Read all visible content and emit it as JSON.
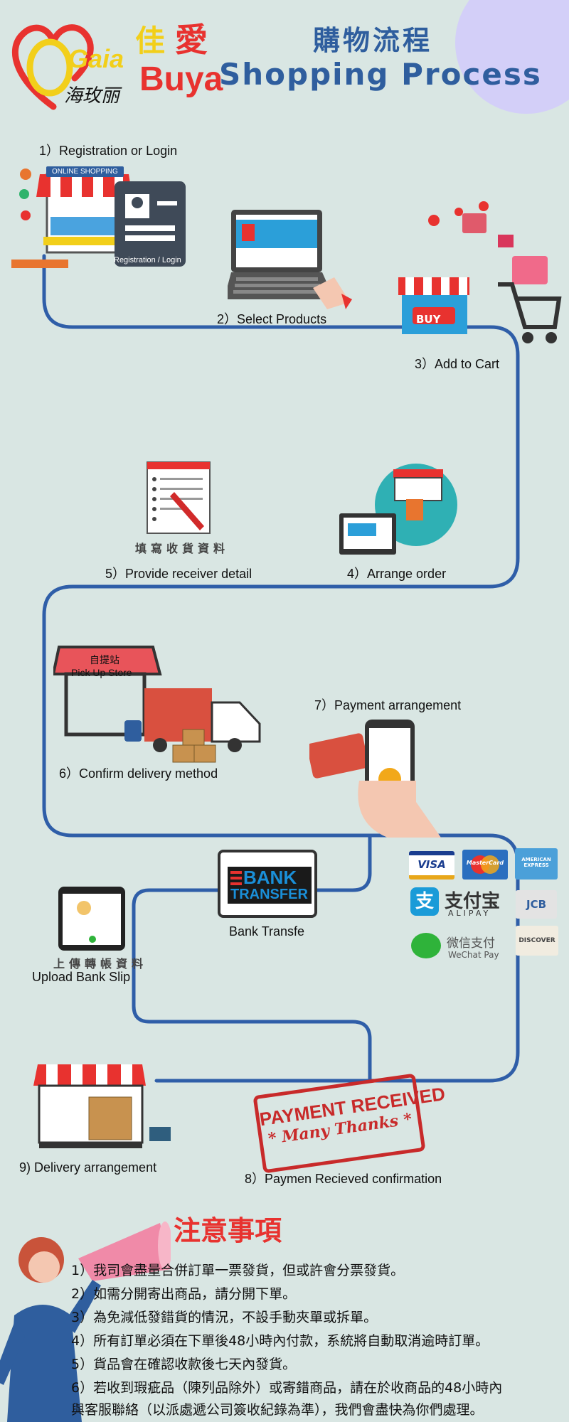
{
  "header": {
    "title_cn": "購物流程",
    "title_en": "Shopping Process",
    "logo": {
      "gaia": "Gaia",
      "jia": "佳",
      "ai": "愛",
      "buya": "Buya",
      "script": "海玫丽"
    }
  },
  "steps": [
    {
      "label": "1）Registration or Login",
      "badge": "ONLINE SHOPPING",
      "card": "Registration / Login"
    },
    {
      "label": "2）Select Products"
    },
    {
      "label": "3）Add to Cart",
      "button": "BUY"
    },
    {
      "label": "4）Arrange order"
    },
    {
      "label": "5）Provide receiver detail",
      "caption": "填寫收貨資料"
    },
    {
      "label": "6）Confirm delivery method",
      "sign_cn": "自提站",
      "sign_en": "Pick Up Store"
    },
    {
      "label": "7）Payment arrangement"
    },
    {
      "label": "8）Paymen Recieved confirmation",
      "stamp_line1": "PAYMENT RECEIVED",
      "stamp_line2": "* Many Thanks *"
    },
    {
      "label": "9) Delivery arrangement"
    }
  ],
  "payment": {
    "bank_label": "Bank Transfe",
    "bank_logo_line1": "BANK",
    "bank_logo_line2": "TRANSFER",
    "upload_caption_cn": "上傳轉帳資料",
    "upload_label": "Upload Bank Slip",
    "cards": {
      "visa": "VISA",
      "mastercard": "MasterCard",
      "amex_1": "AMERICAN",
      "amex_2": "EXPRESS",
      "jcb": "JCB",
      "discover": "DISCOVER",
      "alipay_cn": "支付宝",
      "alipay_en": "ALIPAY",
      "wechat_cn": "微信支付",
      "wechat_en": "WeChat Pay"
    }
  },
  "notes": {
    "title": "注意事項",
    "items": [
      "1）我司會盡量合併訂單一票發貨，但或許會分票發貨。",
      "2）如需分開寄出商品，請分開下單。",
      "3）為免減低發錯貨的情況，不設手動夾單或拆單。",
      "4）所有訂單必須在下單後48小時內付款，系統將自動取消逾時訂單。",
      "5）貨品會在確認收款後七天內發貨。",
      "6）若收到瑕疵品（陳列品除外）或寄錯商品，請在於收商品的48小時內",
      "與客服聯絡（以派處遞公司簽收紀錄為準），我們會盡快為你們處理。"
    ]
  },
  "colors": {
    "background": "#d9e6e3",
    "path": "#2f5ea8",
    "title": "#2f5e9e",
    "accent_red": "#e8322f",
    "accent_yellow": "#f2cf1a"
  }
}
